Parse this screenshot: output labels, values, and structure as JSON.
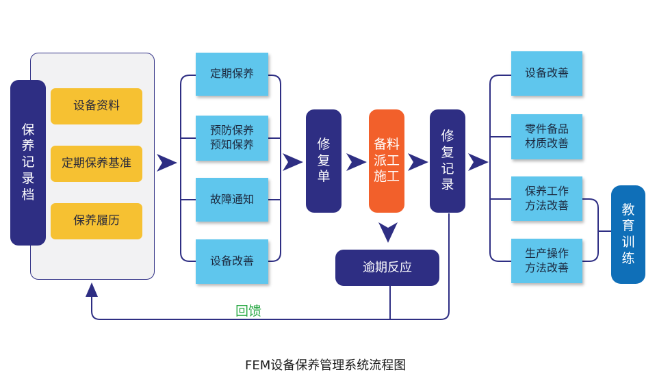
{
  "left_panel": {
    "title": "保\n养\n记\n录\n档",
    "items": [
      "设备资料",
      "定期保养基准",
      "保养履历"
    ]
  },
  "maintenance_types": [
    "定期保养",
    "预防保养\n预知保养",
    "故障通知",
    "设备改善"
  ],
  "process": {
    "repair_order": "修\n复\n单",
    "dispatch": "备料\n派工\n施工",
    "repair_record": "修\n复\n记\n录",
    "overdue": "逾期反应"
  },
  "improvements": [
    "设备改善",
    "零件备品\n材质改善",
    "保养工作\n方法改善",
    "生产操作\n方法改善"
  ],
  "training": "教\n育\n训\n练",
  "feedback_label": "回馈",
  "caption": "FEM设备保养管理系统流程图",
  "colors": {
    "navy": "#2e2e83",
    "yellow": "#f6c132",
    "cyan": "#5fc6ed",
    "orange": "#f2602b",
    "blue": "#0f6fb8",
    "feedback_green": "#2aa845"
  }
}
